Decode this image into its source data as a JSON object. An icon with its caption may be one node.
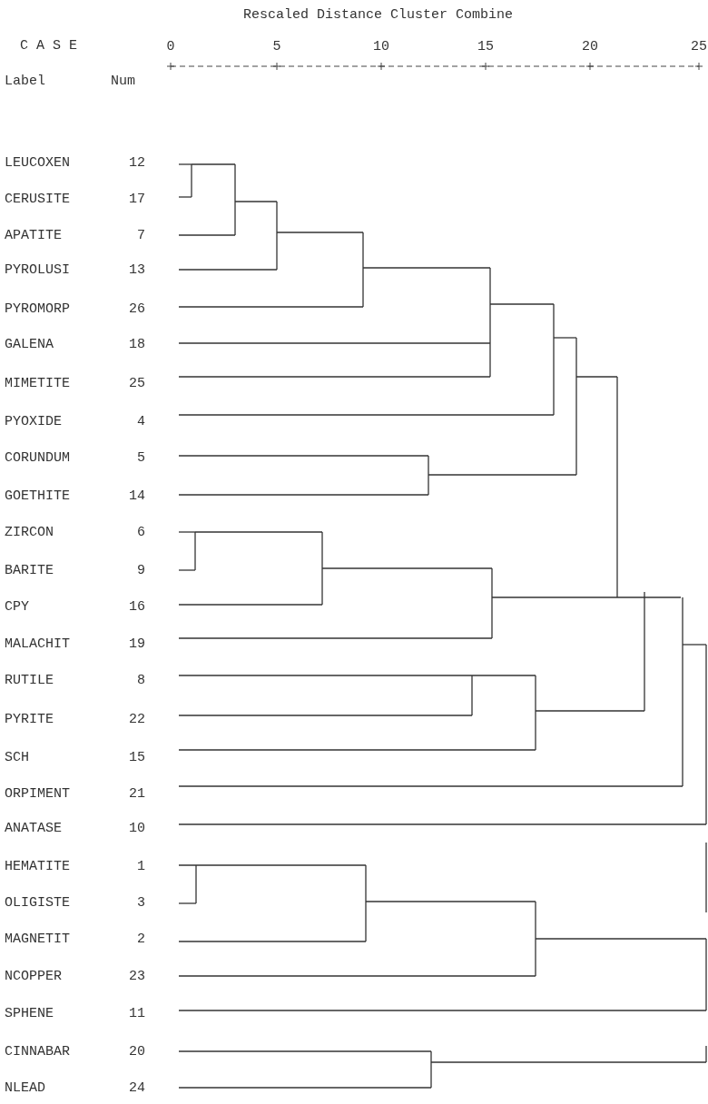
{
  "diagram": {
    "title": "Rescaled Distance Cluster Combine",
    "labels": [
      "C A S E",
      "Label",
      "Num",
      "0",
      "5",
      "10",
      "15",
      "20",
      "25",
      "LEUCOXEN",
      "12",
      "CERUSITE",
      "17",
      "APATITE",
      "7",
      "PYROLUSI",
      "13",
      "PYROMORP",
      "26",
      "GALENA",
      "18",
      "MIMETITE",
      "25",
      "PYOXIDE",
      "4",
      "CORUNDUM",
      "5",
      "GOETHITE",
      "14",
      "ZIRCON",
      "6",
      "BARITE",
      "9",
      "CPY",
      "16",
      "MALACHIT",
      "19",
      "RUTILE",
      "8",
      "PYRITE",
      "22",
      "SCH",
      "15",
      "ORPIMENT",
      "21",
      "ANATASE",
      "10",
      "HEMATITE",
      "1",
      "OLIGISTE",
      "3",
      "MAGNETIT",
      "2",
      "NCOPPER",
      "23",
      "SPHENE",
      "11",
      "CINNABAR",
      "20",
      "NLEAD",
      "24"
    ]
  }
}
